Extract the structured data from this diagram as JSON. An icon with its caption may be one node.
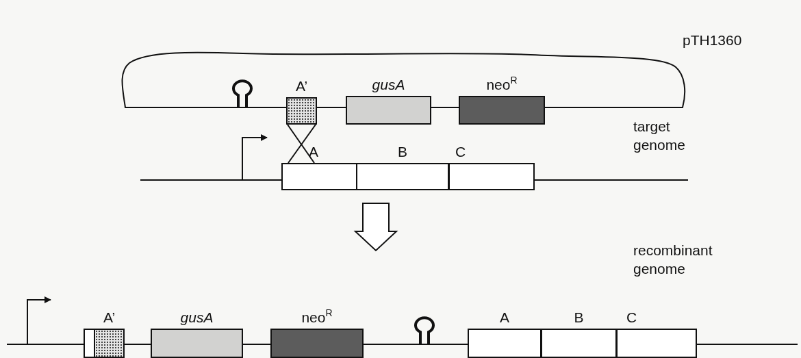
{
  "diagram": {
    "nodes": [
      {
        "text": [
          "A’"
        ]
      },
      {
        "text": [
          "gusA"
        ]
      },
      {
        "text": [
          "neo$^{R}$"
        ]
      },
      {
        "text": [
          "A"
        ]
      },
      {
        "text": [
          "B"
        ]
      },
      {
        "text": [
          "C"
        ]
      },
      {
        "text": [],
        "shape": "box"
      },
      {
        "text": [
          "A’"
        ]
      },
      {
        "text": [
          "gusA"
        ]
      },
      {
        "text": [
          "neo$^{R}$"
        ]
      },
      {
        "text": [
          "A"
        ]
      },
      {
        "text": [
          "B"
        ]
      },
      {
        "text": [
          "C"
        ]
      }
    ],
    "edges": [
      {
        "from": 0,
        "to": 3,
        "arrow": "none"
      },
      {
        "from": 0,
        "to": 3,
        "arrow": "none"
      }
    ],
    "labels": [
      "pTH1360",
      "target genome",
      "recombinant genome"
    ]
  }
}
